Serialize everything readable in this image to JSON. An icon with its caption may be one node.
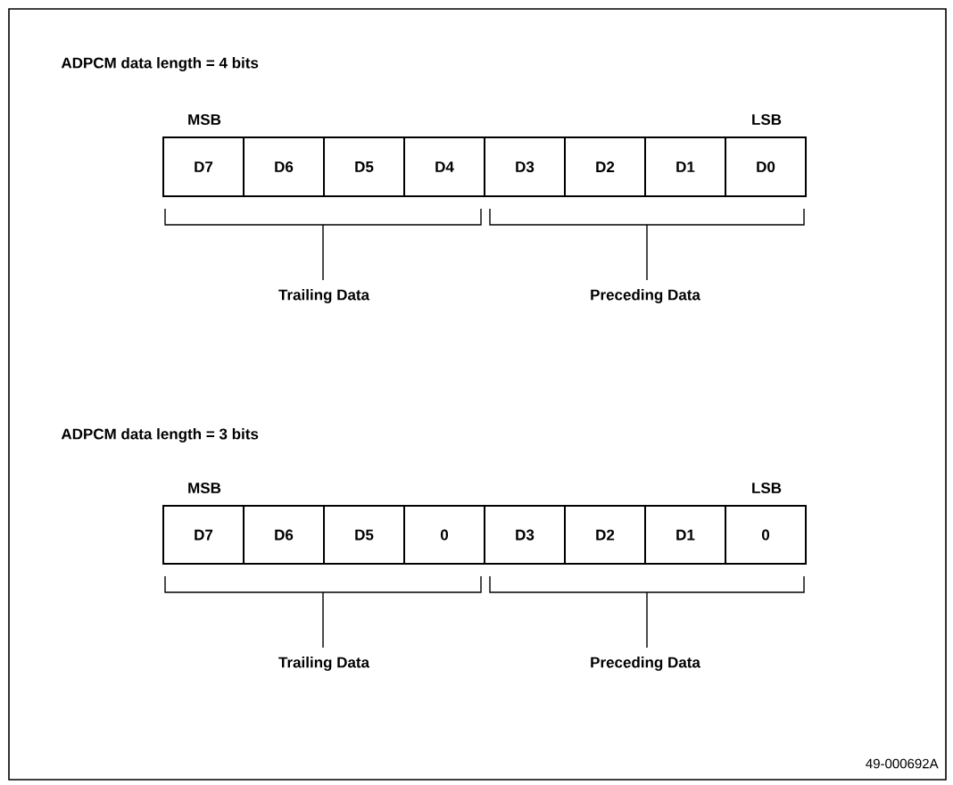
{
  "diagram": {
    "nodes": [
      {
        "text": [
          "D7"
        ]
      },
      {
        "text": [
          "D6"
        ]
      },
      {
        "text": [
          "D5"
        ]
      },
      {
        "text": [
          "D4"
        ]
      },
      {
        "text": [
          "D3"
        ]
      },
      {
        "text": [
          "D2"
        ]
      },
      {
        "text": [
          "D1"
        ]
      },
      {
        "text": [
          "D0"
        ]
      },
      {
        "text": [
          "D7"
        ]
      },
      {
        "text": [
          "D6"
        ]
      },
      {
        "text": [
          "D5"
        ]
      },
      {
        "text": [
          "0"
        ]
      },
      {
        "text": [
          "D3"
        ]
      },
      {
        "text": [
          "D2"
        ]
      },
      {
        "text": [
          "D1"
        ]
      },
      {
        "text": [
          "0"
        ]
      }
    ],
    "labels": [
      "ADPCM data length = 4 bits",
      "MSB",
      "LSB",
      "Trailing Data",
      "Preceding Data",
      "ADPCM data length = 3 bits",
      "MSB",
      "LSB",
      "Trailing Data",
      "Preceding Data",
      "49-000692A"
    ]
  }
}
